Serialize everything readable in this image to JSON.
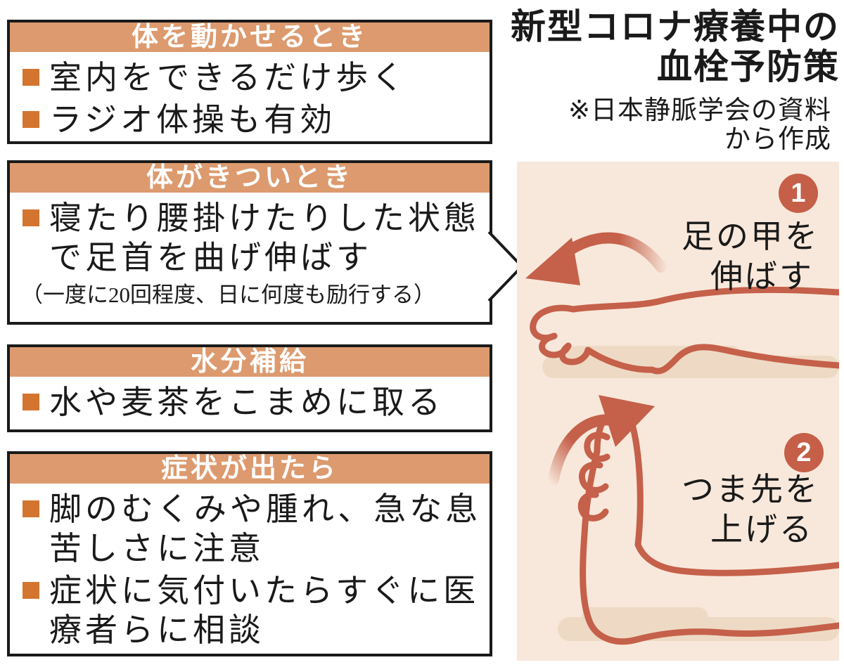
{
  "title": {
    "line1": "新型コロナ療養中の",
    "line2": "血栓予防策"
  },
  "source": {
    "line1": "※日本静脈学会の資料",
    "line2": "から作成"
  },
  "boxes": [
    {
      "header": "体を動かせるとき",
      "items": [
        {
          "lines": [
            "室内をできるだけ歩く"
          ]
        },
        {
          "lines": [
            "ラジオ体操も有効"
          ]
        }
      ]
    },
    {
      "header": "体がきついとき",
      "items": [
        {
          "lines": [
            "寝たり腰掛けたりした状態",
            "で足首を曲げ伸ばす"
          ]
        }
      ],
      "note": "（一度に20回程度、日に何度も励行する）"
    },
    {
      "header": "水分補給",
      "items": [
        {
          "lines": [
            "水や麦茶をこまめに取る"
          ]
        }
      ]
    },
    {
      "header": "症状が出たら",
      "items": [
        {
          "lines": [
            "脚のむくみや腫れ、急な息",
            "苦しさに注意"
          ]
        },
        {
          "lines": [
            "症状に気付いたらすぐに医",
            "療者らに相談"
          ]
        }
      ]
    }
  ],
  "illustration": {
    "steps": [
      {
        "number": "1",
        "label_line1": "足の甲を",
        "label_line2": "伸ばす"
      },
      {
        "number": "2",
        "label_line1": "つま先を",
        "label_line2": "上げる"
      }
    ]
  },
  "colors": {
    "header_bar": "#DC9A6E",
    "bullet_square": "#D4752F",
    "panel_background": "#F8E8DB",
    "accent_red": "#C55F48",
    "foot_shadow": "#EEDAC4",
    "border_black": "#1a1a1a",
    "header_text": "#ffffff"
  }
}
